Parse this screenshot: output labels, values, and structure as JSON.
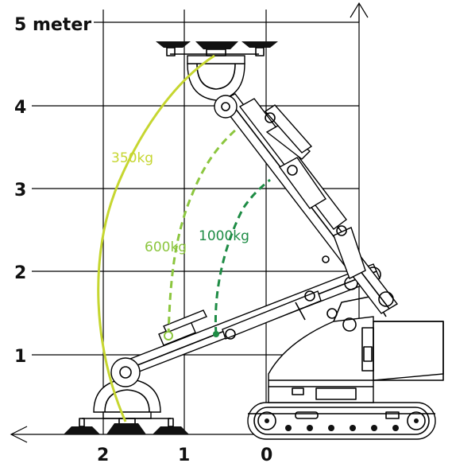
{
  "y_axis": {
    "labels": [
      "5 meter",
      "4",
      "3",
      "2",
      "1"
    ]
  },
  "x_axis": {
    "labels": [
      "2",
      "1",
      "0"
    ]
  },
  "load_curves": [
    {
      "label": "350kg",
      "color": "#c6d630",
      "style": "solid"
    },
    {
      "label": "600kg",
      "color": "#8cc63f",
      "style": "dashed"
    },
    {
      "label": "1000kg",
      "color": "#1e8c45",
      "style": "dashed"
    }
  ]
}
